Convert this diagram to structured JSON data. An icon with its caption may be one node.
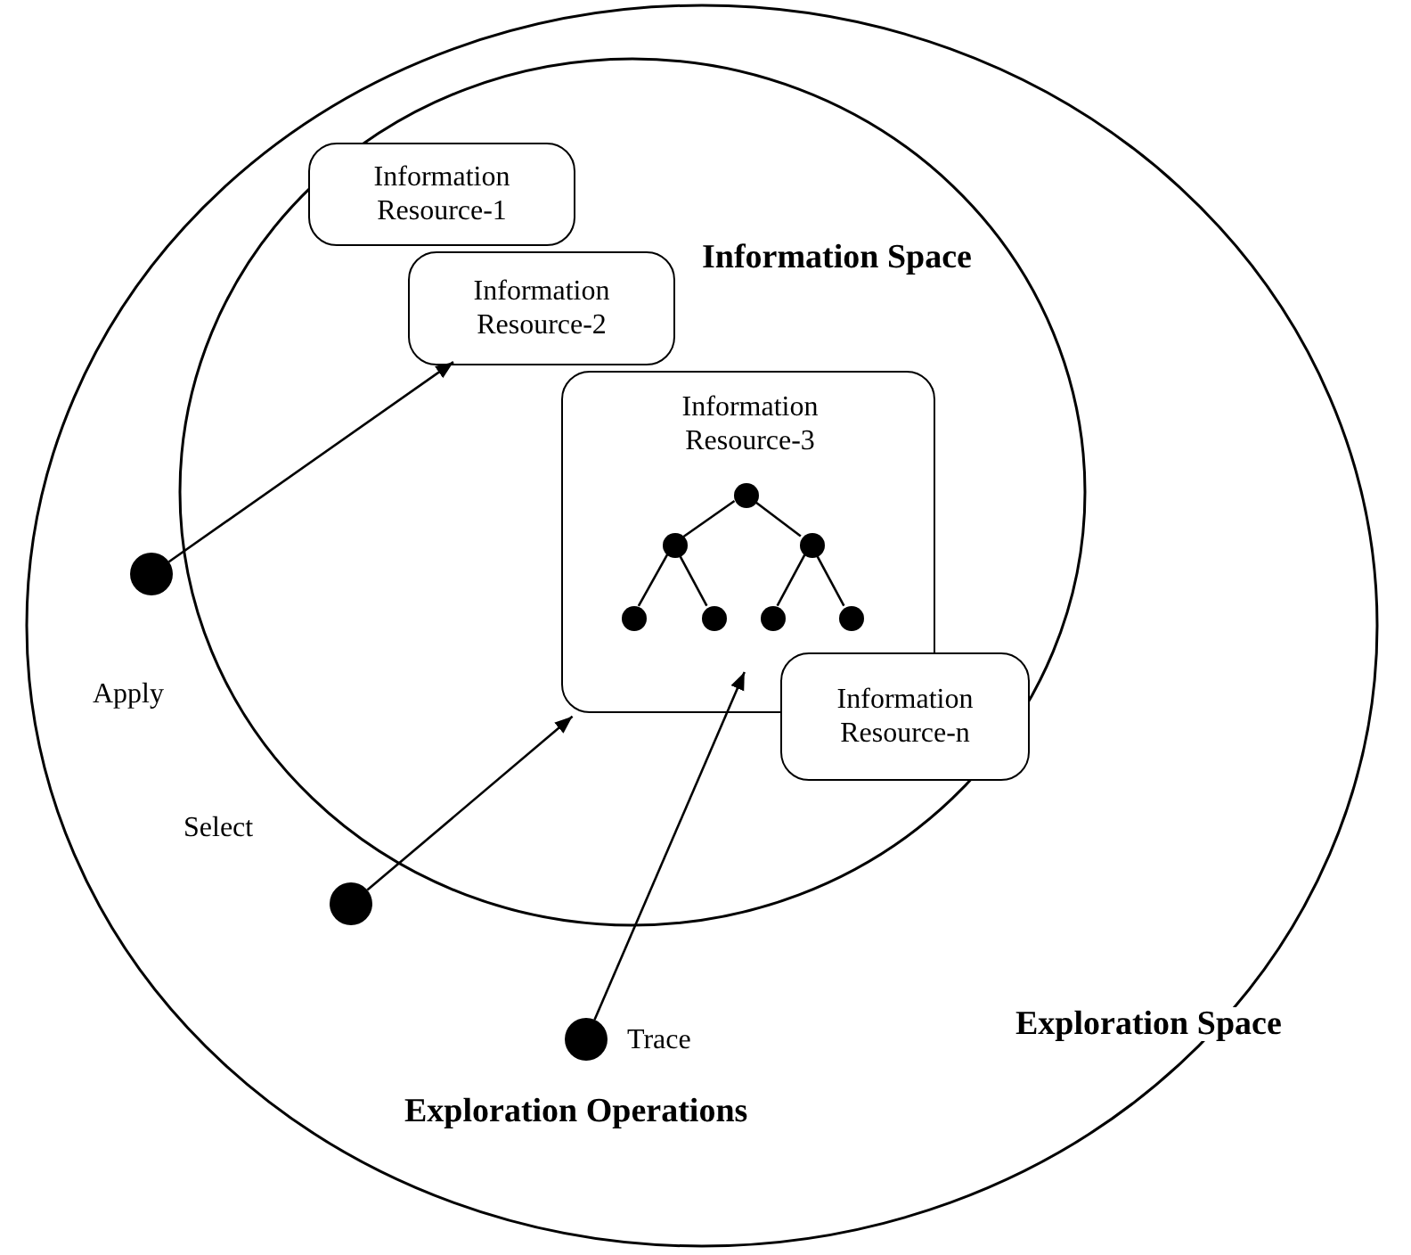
{
  "diagram": {
    "nodes": [
      {
        "text": [
          "Exploration Space"
        ]
      },
      {
        "text": [
          "Information Space"
        ],
        "in": 0
      },
      {
        "text": [
          "Information Resource-1"
        ],
        "in": 1
      },
      {
        "text": [
          "Information Resource-2"
        ],
        "in": 1
      },
      {
        "text": [
          "Information Resource-3"
        ],
        "in": 1
      },
      {
        "text": [],
        "shape": "circle",
        "in": 4
      },
      {
        "text": [],
        "shape": "circle",
        "in": 4
      },
      {
        "text": [],
        "shape": "circle",
        "in": 4
      },
      {
        "text": [],
        "shape": "circle",
        "in": 4
      },
      {
        "text": [],
        "shape": "circle",
        "in": 4
      },
      {
        "text": [],
        "shape": "circle",
        "in": 4
      },
      {
        "text": [],
        "shape": "circle",
        "in": 4
      },
      {
        "text": [
          "Information Resource-n"
        ],
        "in": 1
      },
      {
        "text": [],
        "shape": "circle",
        "beside": [
          "Apply"
        ],
        "in": 0
      },
      {
        "text": [],
        "shape": "circle",
        "beside": [
          "Select"
        ],
        "in": 0
      },
      {
        "text": [],
        "shape": "circle",
        "beside": [
          "Trace"
        ],
        "in": 0
      }
    ],
    "edges": [
      {
        "from": 13,
        "to": 3,
        "arrow": "to"
      },
      {
        "from": 14,
        "to": 4,
        "arrow": "to"
      },
      {
        "from": 15,
        "to": 4,
        "arrow": "to"
      },
      {
        "from": 5,
        "to": 6,
        "arrow": "none"
      },
      {
        "from": 5,
        "to": 7,
        "arrow": "none"
      },
      {
        "from": 6,
        "to": 8,
        "arrow": "none"
      },
      {
        "from": 6,
        "to": 9,
        "arrow": "none"
      },
      {
        "from": 7,
        "to": 10,
        "arrow": "none"
      },
      {
        "from": 7,
        "to": 11,
        "arrow": "none"
      }
    ],
    "labels": [
      "Exploration Operations"
    ]
  }
}
